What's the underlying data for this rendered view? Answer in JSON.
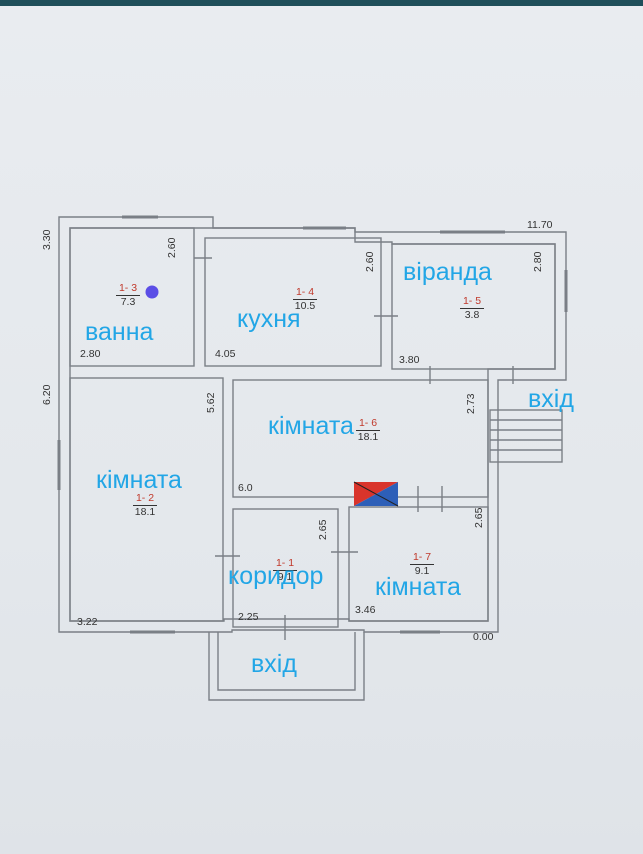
{
  "colors": {
    "label_blue": "#22a6e6",
    "wall": "#7a7f86",
    "marker_dot": "#5b4ee6",
    "stair_red": "#d9342b",
    "stair_blue": "#2d5fb8"
  },
  "labels": {
    "vanna": "ванна",
    "kukhnia": "кухня",
    "veranda": "віранда",
    "vkhid_right": "вхід",
    "kimnata_center": "кімната",
    "kimnata_left": "кімната",
    "korydor": "коридор",
    "kimnata_small": "кімната",
    "vkhid_bottom": "вхід"
  },
  "rooms": [
    {
      "code": "1- 3",
      "area": "7.3"
    },
    {
      "code": "1- 4",
      "area": "10.5"
    },
    {
      "code": "1- 5",
      "area": "3.8"
    },
    {
      "code": "1- 6",
      "area": "18.1"
    },
    {
      "code": "1- 2",
      "area": "18.1"
    },
    {
      "code": "1- 1",
      "area": "9.1"
    },
    {
      "code": "1- 7",
      "area": "9.1"
    }
  ],
  "dimensions": {
    "d_330": "3.30",
    "d_1170": "11.70",
    "d_260a": "2.60",
    "d_260b": "2.60",
    "d_280v": "2.80",
    "d_280": "2.80",
    "d_405": "4.05",
    "d_380": "3.80",
    "d_620": "6.20",
    "d_562": "5.62",
    "d_273": "2.73",
    "d_60": "6.0",
    "d_265a": "2.65",
    "d_265b": "2.65",
    "d_322": "3.22",
    "d_225": "2.25",
    "d_346": "3.46",
    "d_000": "0.00"
  }
}
